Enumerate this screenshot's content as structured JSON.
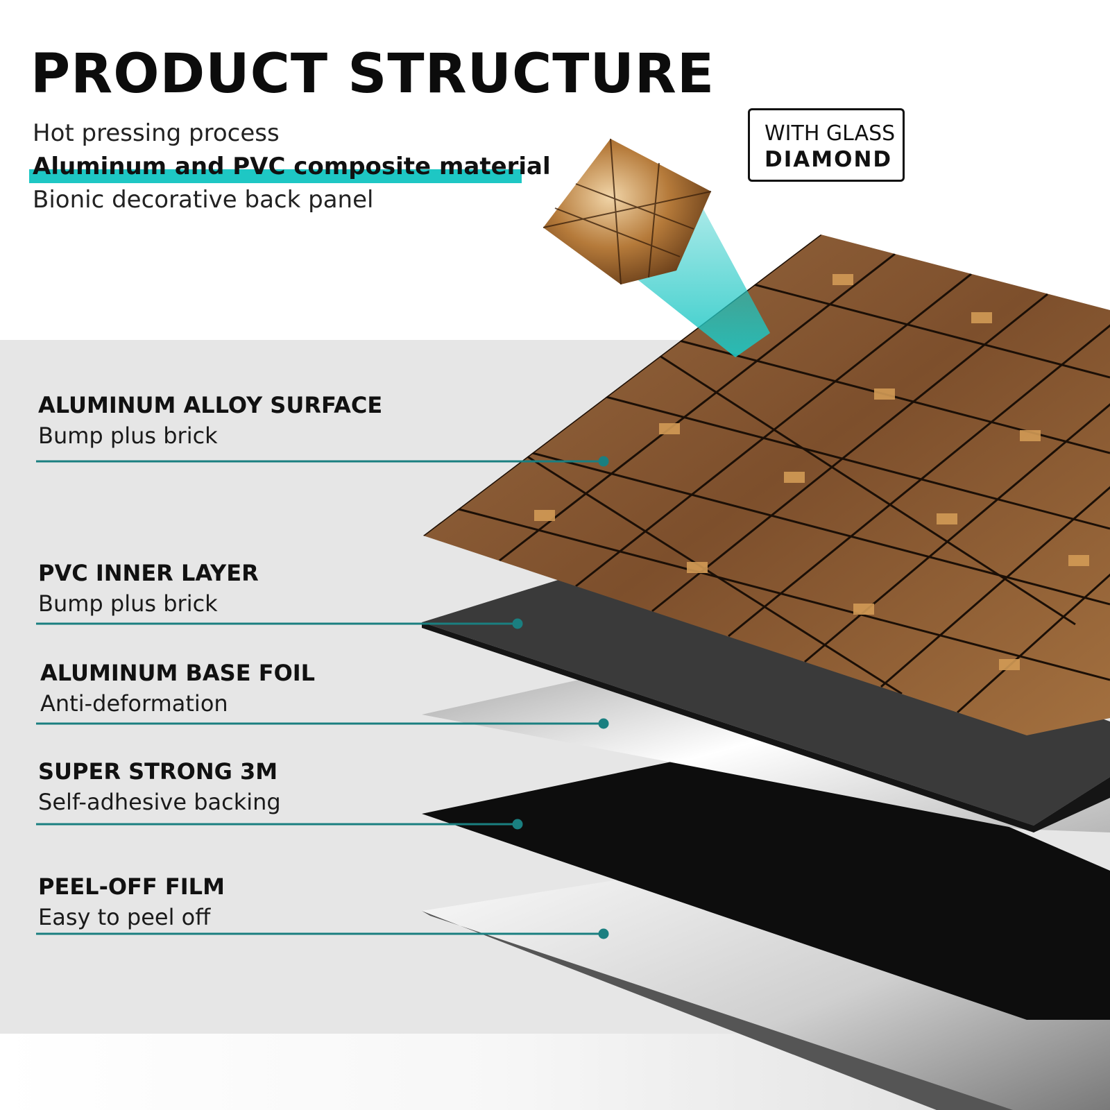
{
  "header": {
    "title": "PRODUCT STRUCTURE",
    "lines": [
      "Hot pressing process",
      "Aluminum and PVC composite material",
      "Bionic decorative back panel"
    ]
  },
  "badge": {
    "line1": "WITH GLASS",
    "line2": "DIAMOND"
  },
  "layers": [
    {
      "title": "ALUMINUM ALLOY SURFACE",
      "desc": "Bump plus brick"
    },
    {
      "title": "PVC INNER LAYER",
      "desc": "Bump plus brick"
    },
    {
      "title": "ALUMINUM BASE FOIL",
      "desc": "Anti-deformation"
    },
    {
      "title": "SUPER STRONG 3M",
      "desc": "Self-adhesive backing"
    },
    {
      "title": "PEEL-OFF FILM",
      "desc": "Easy to peel off"
    }
  ],
  "colors": {
    "accent": "#1ec7c4",
    "leader": "#1a7f80",
    "band": "#e6e6e6",
    "wood": "#8a5a34"
  },
  "icons": [
    "glass-diamond-icon"
  ]
}
